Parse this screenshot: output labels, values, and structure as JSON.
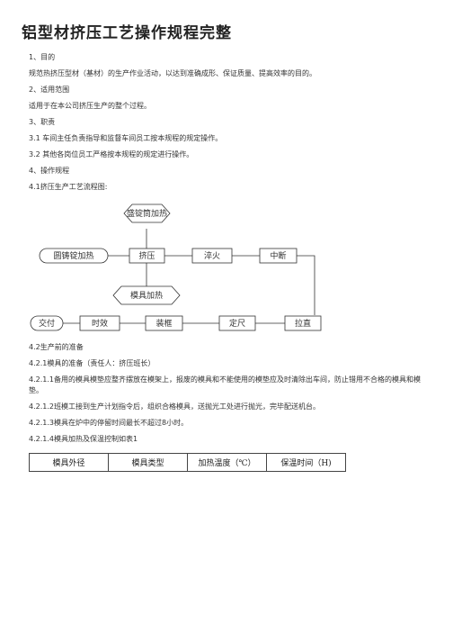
{
  "title": "铝型材挤压工艺操作规程完整",
  "lines": {
    "l1": "1、目的",
    "l2": "规范热挤压型材（基材）的生产作业活动，以达到准确成形、保证质量、提高效率的目的。",
    "l3": "2、适用范围",
    "l4": "适用于在本公司挤压生产的整个过程。",
    "l5": "3、职责",
    "l6": "3.1 车间主任负责指导和监督车间员工按本规程的规定操作。",
    "l7": "3.2 其他各岗位员工严格按本规程的规定进行操作。",
    "l8": "4、操作规程",
    "l9": "4.1挤压生产工艺流程图:",
    "l10": "4.2生产前的准备",
    "l11": "4.2.1模具的准备（责任人：挤压班长）",
    "l12": "4.2.1.1备用的模具模垫应整齐摆放在模架上，报废的模具和不能使用的模垫应及时清除出车间，防止错用不合格的模具和模垫。",
    "l13": "4.2.1.2班模工接到生产计划指令后，组织合格模具，送抛光工处进行抛光，完毕配送机台。",
    "l14": "4.2.1.3模具在炉中的停留时间最长不超过8小时。",
    "l15": "4.2.1.4模具加热及保温控制如表1"
  },
  "flow": {
    "ingot_heating": "盛锭筒加热",
    "billet_heating": "圆铸锭加热",
    "extrusion": "挤压",
    "quenching": "淬火",
    "cutting": "中断",
    "die_heating": "模具加热",
    "stretching": "拉直",
    "fixed_length": "定尺",
    "framing": "装框",
    "aging": "时效",
    "delivery": "交付"
  },
  "table": {
    "headers": [
      "模具外径",
      "模具类型",
      "加热温度（℃）",
      "保温时间（H)"
    ]
  }
}
